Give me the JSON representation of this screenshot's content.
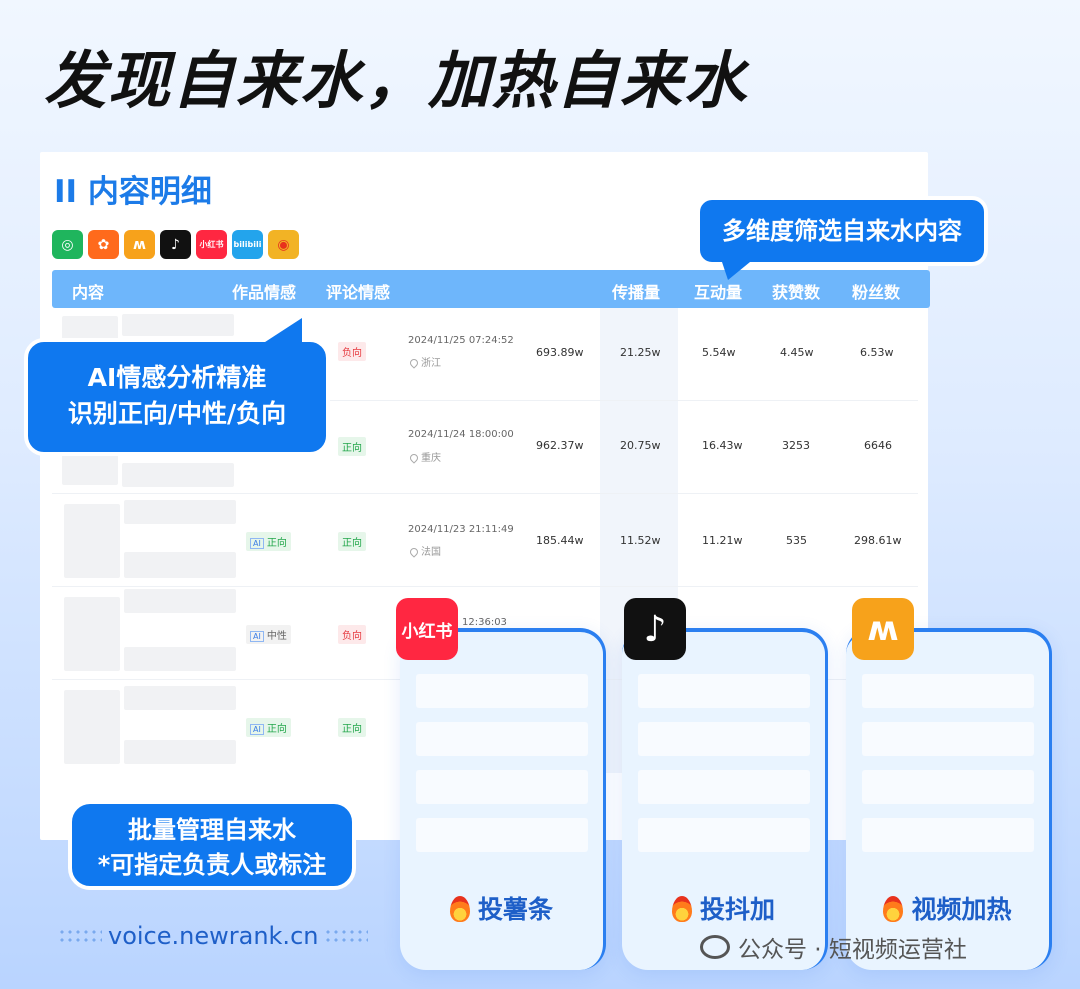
{
  "headline": "发现自来水，加热自来水",
  "panel": {
    "title": "II 内容明细",
    "platforms": [
      {
        "icon": "green-spiral-icon",
        "label": "",
        "color": "#1fb55d"
      },
      {
        "icon": "kuaishou-icon",
        "label": "",
        "color": "#ff6a1c"
      },
      {
        "icon": "video-channel-icon",
        "label": "",
        "color": "#f7a21b"
      },
      {
        "icon": "douyin-icon",
        "label": "",
        "color": "#111111"
      },
      {
        "icon": "xiaohongshu-icon",
        "label": "小红书",
        "color": "#ff2741"
      },
      {
        "icon": "bilibili-icon",
        "label": "bilibili",
        "color": "#23a4ec"
      },
      {
        "icon": "weibo-icon",
        "label": "",
        "color": "#f2b325"
      }
    ],
    "columns": [
      "内容",
      "作品情感",
      "评论情感",
      "传播量",
      "互动量",
      "获赞数",
      "粉丝数"
    ],
    "rows": [
      {
        "work_sentiment": "",
        "comment_sentiment": "负向",
        "comment_type": "neg",
        "datetime": "2024/11/25 07:24:52",
        "location": "浙江",
        "reach": "693.89w",
        "spread": "21.25w",
        "interaction": "5.54w",
        "likes": "4.45w",
        "fans": "6.53w"
      },
      {
        "work_sentiment": "",
        "comment_sentiment": "正向",
        "comment_type": "pos",
        "datetime": "2024/11/24 18:00:00",
        "location": "重庆",
        "reach": "962.37w",
        "spread": "20.75w",
        "interaction": "16.43w",
        "likes": "3253",
        "fans": "6646"
      },
      {
        "work_sentiment": "正向",
        "work_type": "pos",
        "comment_sentiment": "正向",
        "comment_type": "pos",
        "datetime": "2024/11/23 21:11:49",
        "location": "法国",
        "reach": "185.44w",
        "spread": "11.52w",
        "interaction": "11.21w",
        "likes": "535",
        "fans": "298.61w"
      },
      {
        "work_sentiment": "中性",
        "work_type": "neu",
        "comment_sentiment": "负向",
        "comment_type": "neg",
        "datetime": "12:36:03",
        "location": "",
        "reach": "",
        "spread": "",
        "interaction": "",
        "likes": "",
        "fans": ""
      },
      {
        "work_sentiment": "正向",
        "work_type": "pos",
        "comment_sentiment": "正向",
        "comment_type": "pos",
        "datetime": "",
        "location": "",
        "reach": "",
        "spread": "",
        "interaction": "",
        "likes": "",
        "fans": ""
      }
    ]
  },
  "bubbles": {
    "filter": "多维度筛选自来水内容",
    "ai_line1": "AI情感分析精准",
    "ai_line2": "识别正向/中性/负向",
    "batch_line1": "批量管理自来水",
    "batch_line2": "*可指定负责人或标注"
  },
  "cards": [
    {
      "icon": "xiaohongshu-icon",
      "icon_label": "小红书",
      "color": "#ff2741",
      "cta": "投薯条"
    },
    {
      "icon": "douyin-icon",
      "icon_label": "",
      "color": "#111111",
      "cta": "投抖加"
    },
    {
      "icon": "video-channel-icon",
      "icon_label": "",
      "color": "#f7a21b",
      "cta": "视频加热"
    }
  ],
  "ai_badge": "AI",
  "footer_url": "voice.newrank.cn",
  "watermark": "公众号 · 短视频运营社"
}
